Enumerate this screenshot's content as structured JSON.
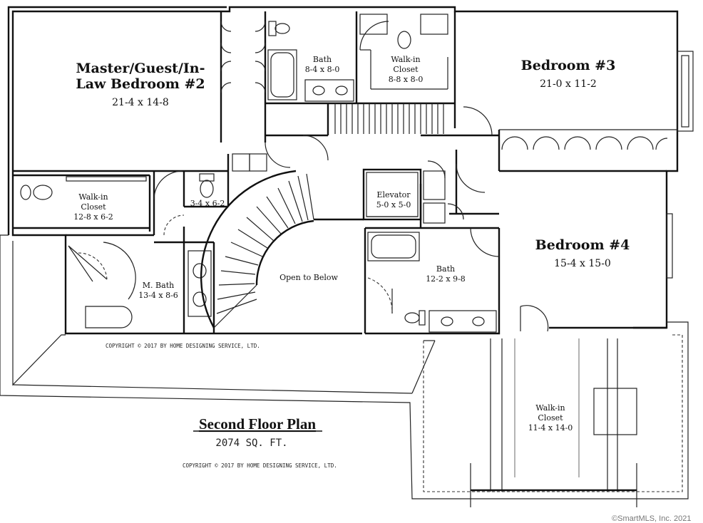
{
  "rooms": {
    "master": {
      "line1": "Master/Guest/In-",
      "line2": "Law Bedroom #2",
      "size": "21-4 x 14-8"
    },
    "bath_upper": {
      "name": "Bath",
      "size": "8-4 x 8-0"
    },
    "walkin_upper": {
      "line1": "Walk-in",
      "line2": "Closet",
      "size": "8-8 x 8-0"
    },
    "bedroom3": {
      "name": "Bedroom #3",
      "size": "21-0 x 11-2"
    },
    "walkin_left": {
      "line1": "Walk-in",
      "line2": "Closet",
      "size": "12-8 x 6-2"
    },
    "wc": {
      "size": "3-4 x 6-2"
    },
    "elevator": {
      "name": "Elevator",
      "size": "5-0 x 5-0"
    },
    "bedroom4": {
      "name": "Bedroom #4",
      "size": "15-4 x 15-0"
    },
    "mbath": {
      "name": "M. Bath",
      "size": "13-4 x 8-6"
    },
    "open_below": {
      "name": "Open to Below"
    },
    "bath_mid": {
      "name": "Bath",
      "size": "12-2 x 9-8"
    },
    "walkin_lower": {
      "line1": "Walk-in",
      "line2": "Closet",
      "size": "11-4 x 14-0"
    }
  },
  "copyright_top": "COPYRIGHT © 2017 BY HOME DESIGNING SERVICE, LTD.",
  "copyright_bottom": "COPYRIGHT © 2017 BY HOME DESIGNING SERVICE, LTD.",
  "title": "Second Floor Plan",
  "sqft": "2074 SQ. FT.",
  "credit": "©SmartMLS, Inc. 2021"
}
